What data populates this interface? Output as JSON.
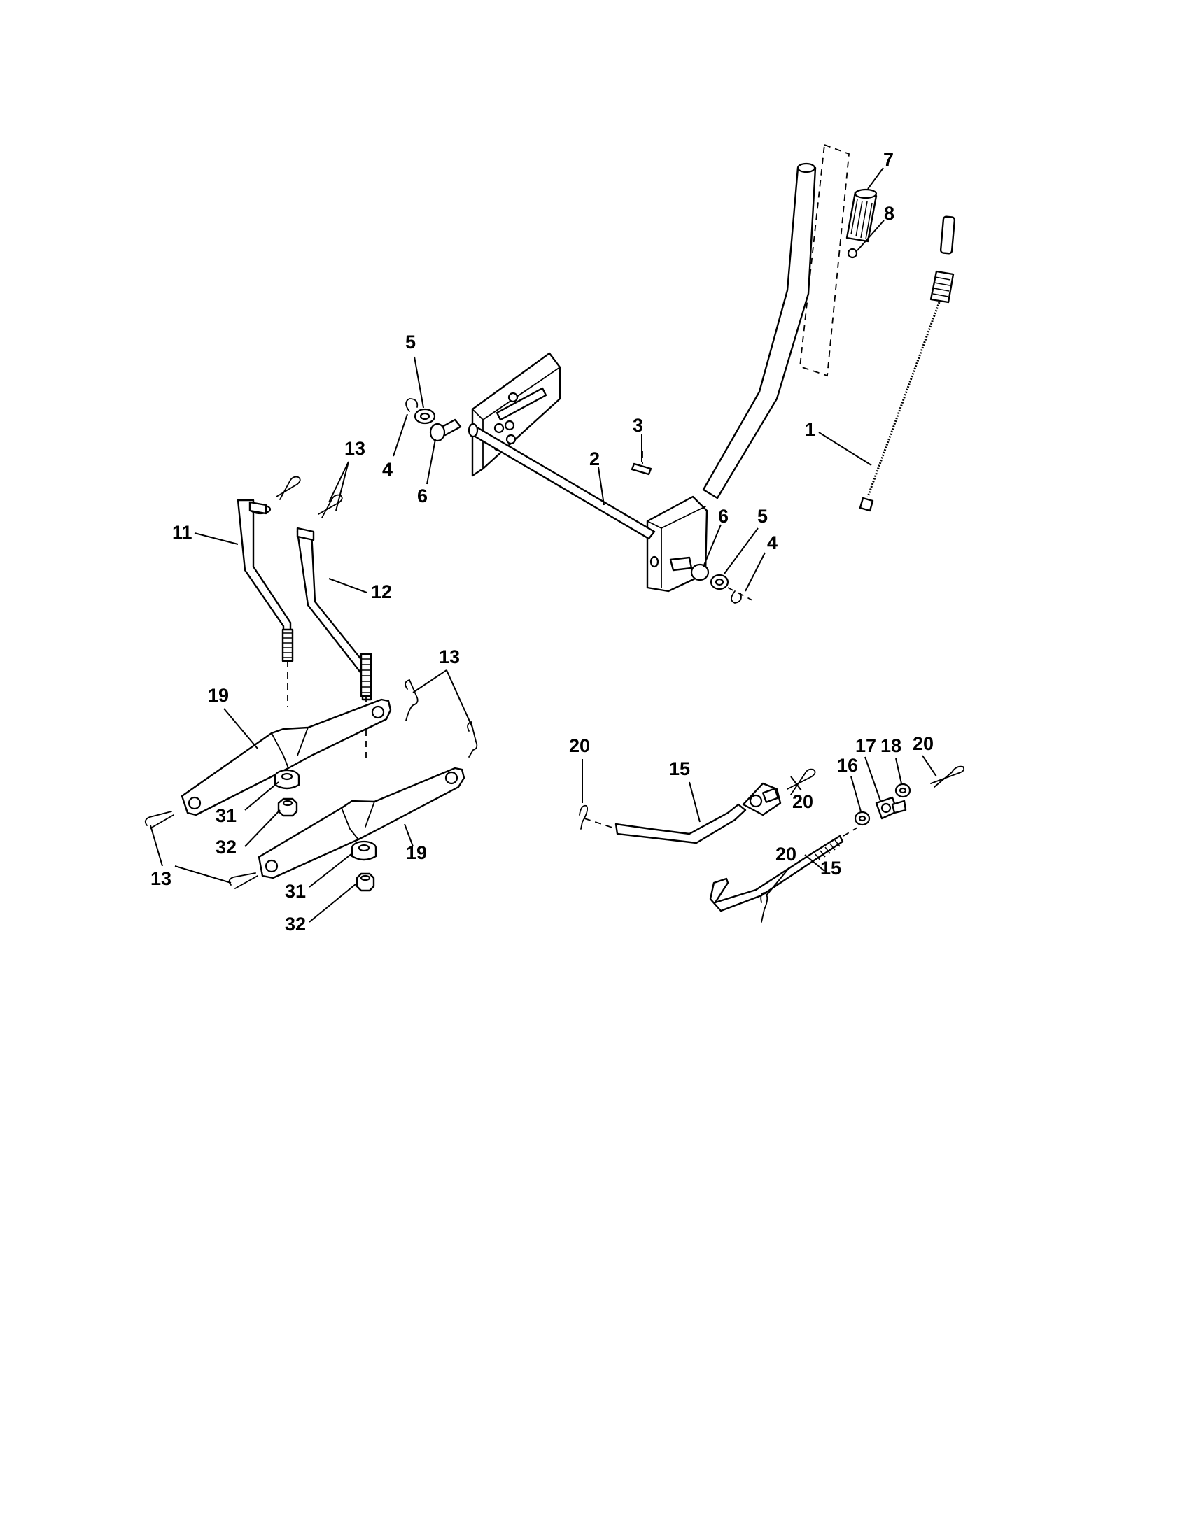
{
  "diagram": {
    "labels": {
      "p1": "1",
      "p2": "2",
      "p3": "3",
      "p4a": "4",
      "p4b": "4",
      "p5a": "5",
      "p5b": "5",
      "p6a": "6",
      "p6b": "6",
      "p7": "7",
      "p8": "8",
      "p11": "11",
      "p12": "12",
      "p13a": "13",
      "p13b": "13",
      "p13c": "13",
      "p15a": "15",
      "p15b": "15",
      "p16": "16",
      "p17": "17",
      "p18": "18",
      "p19a": "19",
      "p19b": "19",
      "p20a": "20",
      "p20b": "20",
      "p20c": "20",
      "p20d": "20",
      "p31a": "31",
      "p31b": "31",
      "p32a": "32",
      "p32b": "32"
    }
  }
}
